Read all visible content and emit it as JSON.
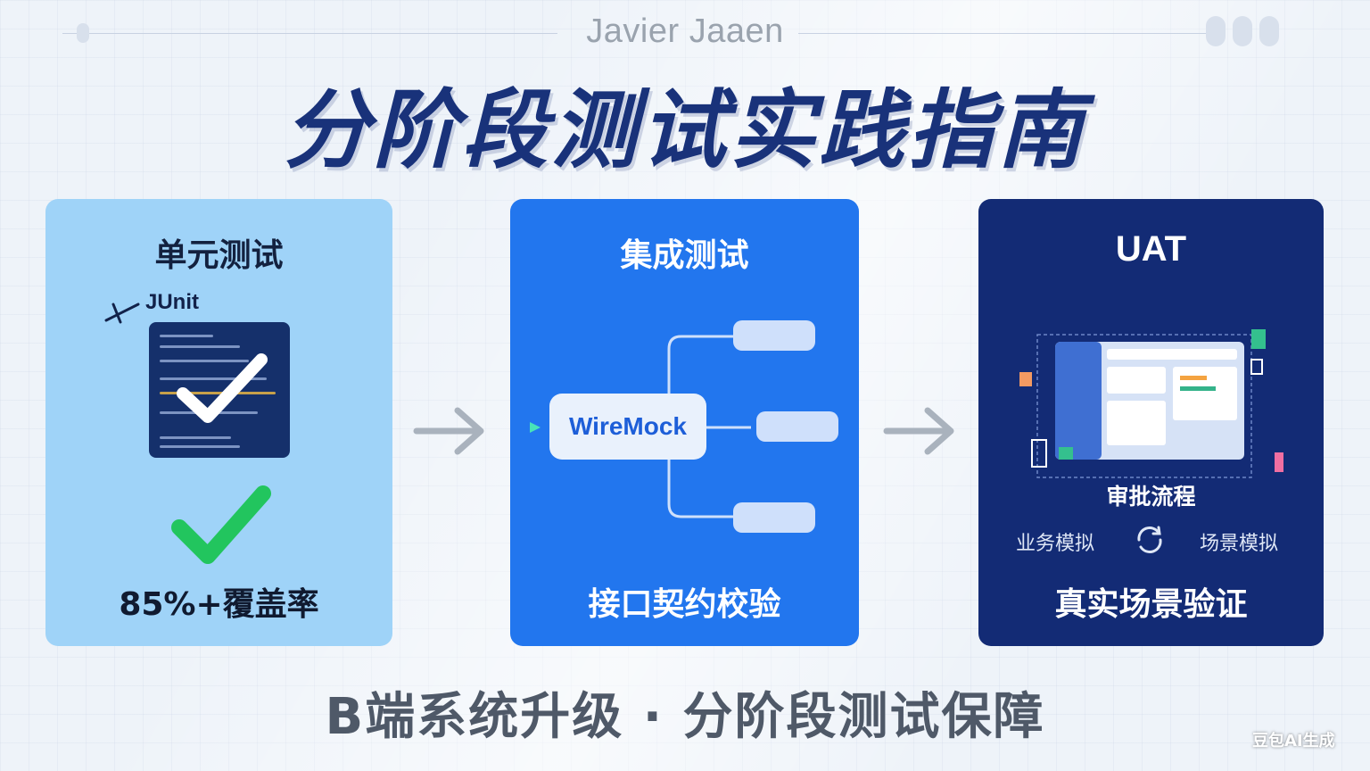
{
  "header": {
    "author": "Javier Jaaen",
    "title": "分阶段测试实践指南"
  },
  "cards": {
    "unit": {
      "title": "单元测试",
      "tool": "JUnit",
      "footer": "85%+覆盖率",
      "color": "#9fd3f8"
    },
    "integration": {
      "title": "集成测试",
      "tool": "WireMock",
      "footer": "接口契约校验",
      "color": "#2276ee"
    },
    "uat": {
      "title": "UAT",
      "process": "审批流程",
      "sim_left": "业务模拟",
      "sim_right": "场景模拟",
      "footer": "真实场景验证",
      "color": "#132b75"
    }
  },
  "footer": {
    "subtitle": "B端系统升级 · 分阶段测试保障"
  },
  "watermark": "豆包AI生成",
  "colors": {
    "title": "#19327a",
    "check_green": "#22c55e",
    "arrow_gray": "#a9b2bd"
  }
}
